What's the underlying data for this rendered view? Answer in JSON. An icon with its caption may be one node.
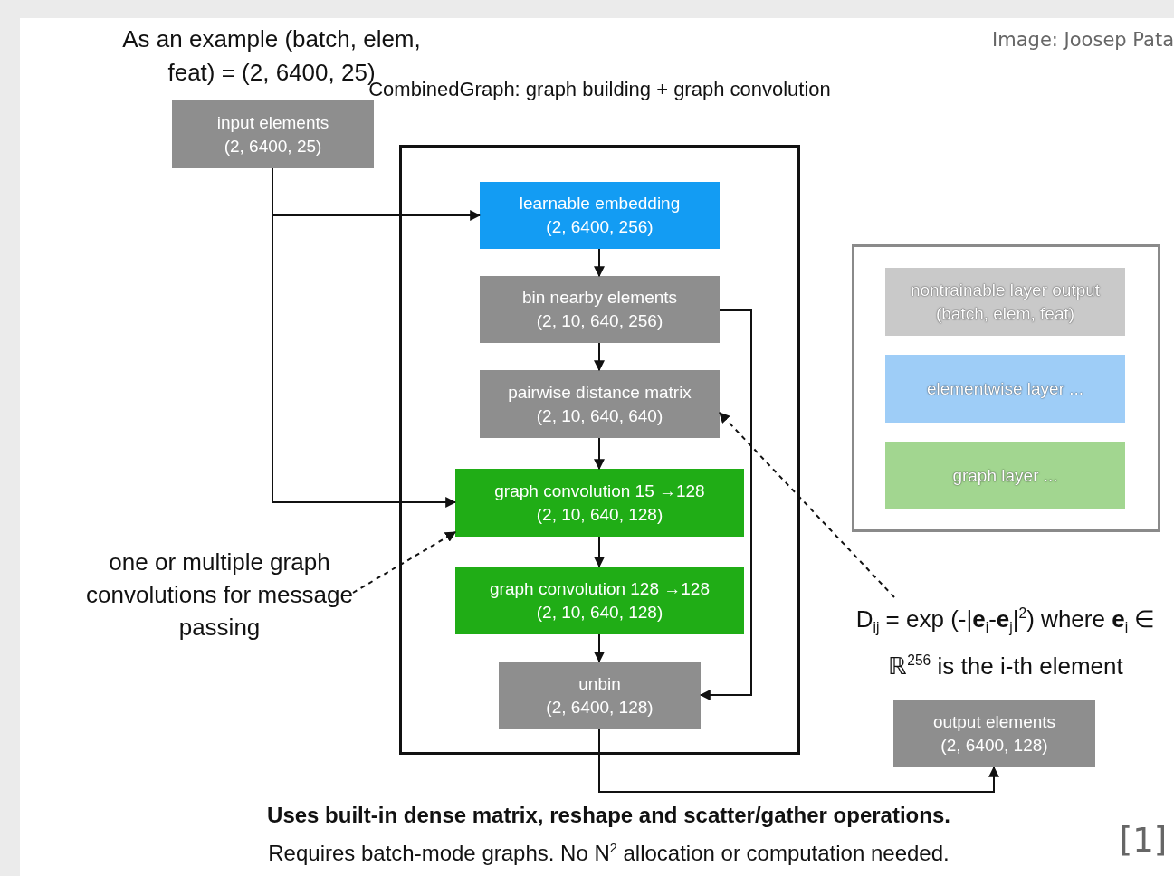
{
  "diagram": {
    "nodes": [
      {
        "text": [
          "input elements",
          "(2, 6400, 25)"
        ],
        "beside": [
          "As an example (batch, elem, feat) = (2, 6400, 25)"
        ]
      },
      {
        "text": [
          "CombinedGraph: graph building + graph convolution"
        ]
      },
      {
        "text": [
          "learnable embedding",
          "(2, 6400, 256)"
        ],
        "in": 1
      },
      {
        "text": [
          "bin nearby elements",
          "(2, 10, 640, 256)"
        ],
        "in": 1
      },
      {
        "text": [
          "pairwise distance matrix",
          "(2, 10, 640, 640)"
        ],
        "in": 1
      },
      {
        "text": [
          "graph convolution 15 →128",
          "(2, 10, 640, 128)"
        ],
        "in": 1
      },
      {
        "text": [
          "graph convolution 128 →128",
          "(2, 10, 640, 128)"
        ],
        "in": 1
      },
      {
        "text": [
          "unbin",
          "(2, 6400, 128)"
        ],
        "in": 1
      },
      {
        "text": [
          "output elements",
          "(2, 6400, 128)"
        ]
      },
      {
        "text": [
          "one or multiple graph convolutions for message passing"
        ]
      },
      {
        "text": [
          "D$_{ij}$ = exp (-|**e**$_{i}$-**e**$_{j}$|$^{2}$) where **e**$_{i}$ ∈ ℝ$^{256}$ is the i-th element"
        ]
      }
    ],
    "edges": [
      {
        "from": 0,
        "to": 2,
        "arrow": "to"
      },
      {
        "from": 0,
        "to": 5,
        "arrow": "to"
      },
      {
        "from": 2,
        "to": 3,
        "arrow": "to"
      },
      {
        "from": 3,
        "to": 4,
        "arrow": "to"
      },
      {
        "from": 4,
        "to": 5,
        "arrow": "to"
      },
      {
        "from": 5,
        "to": 6,
        "arrow": "to"
      },
      {
        "from": 6,
        "to": 7,
        "arrow": "to"
      },
      {
        "from": 3,
        "to": 7,
        "arrow": "to"
      },
      {
        "from": 7,
        "to": 8,
        "arrow": "to"
      },
      {
        "from": 9,
        "to": 5,
        "arrow": "to",
        "style": "dashed"
      },
      {
        "from": 10,
        "to": 4,
        "arrow": "to",
        "style": "dashed"
      }
    ],
    "labels": [
      "Image: Joosep Pata",
      "Uses built-in dense matrix, reshape and scatter/gather operations.",
      "Requires batch-mode graphs. No N$^{2}$ allocation or computation needed.",
      "[1]"
    ],
    "legend": [
      {
        "text": "nontrainable layer output (batch, elem, feat)",
        "color": "#c9c9c9"
      },
      {
        "text": "elementwise layer ...",
        "color": "#9ecdf7"
      },
      {
        "text": "graph layer ...",
        "color": "#a2d690"
      }
    ]
  }
}
